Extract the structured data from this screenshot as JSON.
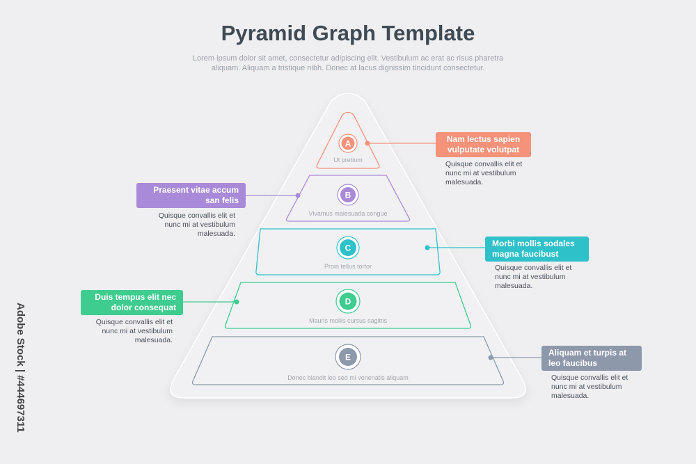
{
  "title": "Pyramid Graph Template",
  "subtitle": "Lorem ipsum dolor sit amet, consectetur adipiscing elit. Vestibulum ac erat ac risus pharetra aliquam. Aliquam a tristique nibh. Donec at lacus dignissim tincidunt consectetur.",
  "levels": [
    {
      "letter": "A",
      "caption": "Ut pretium",
      "heading": "Nam lectus sapien vulputate volutpat",
      "text": "Quisque convallis elit et nunc mi at vestibulum malesuada.",
      "color": "#f4927a"
    },
    {
      "letter": "B",
      "caption": "Vivamus malesuada congue",
      "heading": "Praesent vitae  accum san felis",
      "text": "Quisque convallis elit et nunc mi at vestibulum malesuada.",
      "color": "#a98ad8"
    },
    {
      "letter": "C",
      "caption": "Proin tellus tortor",
      "heading": "Morbi mollis sodales magna faucibust",
      "text": "Quisque convallis elit et nunc mi at vestibulum malesuada.",
      "color": "#2fc1c9"
    },
    {
      "letter": "D",
      "caption": "Mauris mollis cursus sagittis",
      "heading": "Duis tempus elit nec dolor consequat",
      "text": "Quisque convallis elit et nunc mi at vestibulum malesuada.",
      "color": "#3ecc8f"
    },
    {
      "letter": "E",
      "caption": "Donec blandit leo sed mi venenatis aliquam",
      "heading": "Aliquam et turpis at leo faucibus",
      "text": "Quisque convallis elit et nunc mi at vestibulum malesuada.",
      "color": "#8d98ab"
    }
  ],
  "watermark": "Adobe Stock | #444697311"
}
